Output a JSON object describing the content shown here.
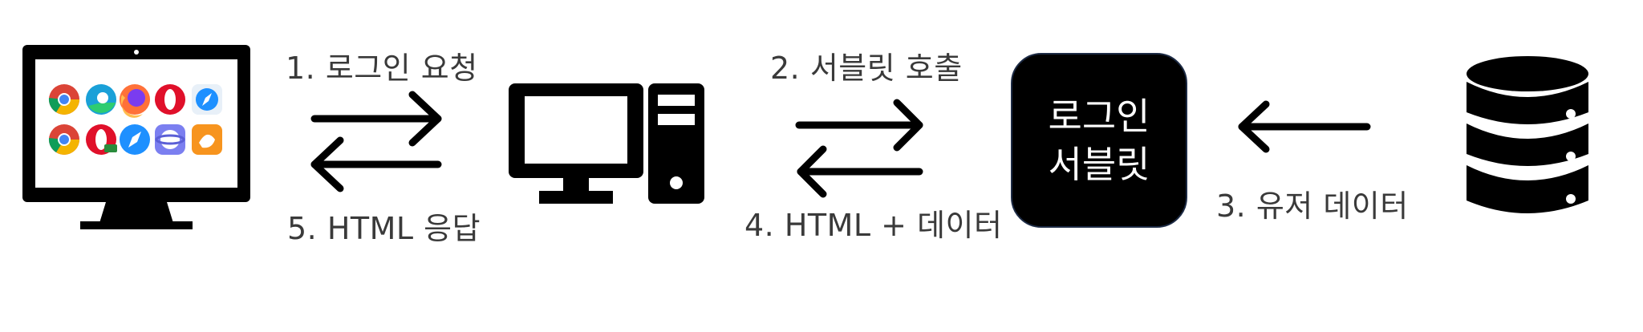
{
  "labels": {
    "step1": "1. 로그인 요청",
    "step5": "5. HTML 응답",
    "step2": "2. 서블릿 호출",
    "step4": "4. HTML + 데이터",
    "step3": "3. 유저 데이터"
  },
  "servlet": {
    "line1": "로그인",
    "line2": "서블릿"
  },
  "icons": {
    "client": "monitor-with-browser-icons",
    "server": "desktop-computer-icon",
    "database": "database-icon"
  },
  "browsers": [
    "chrome",
    "edge",
    "firefox",
    "opera",
    "safari",
    "chrome",
    "opera-mini",
    "safari",
    "samsung-internet",
    "uc-browser"
  ]
}
